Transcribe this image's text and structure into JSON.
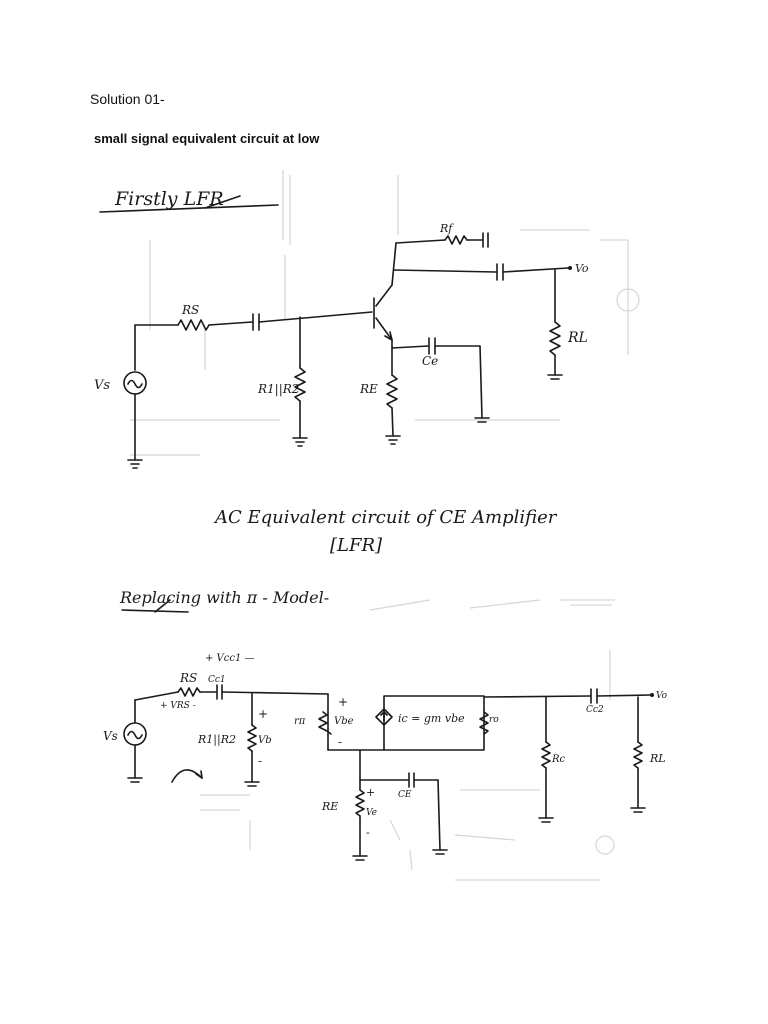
{
  "document": {
    "heading": "Solution 01-",
    "subtitle": "small signal equivalent circuit at low"
  },
  "diagram1": {
    "title_note": "Firstly LFR",
    "labels": {
      "rs": "RS",
      "rf": "Rf",
      "vo": "Vo",
      "rl": "RL",
      "ce": "Ce",
      "vs": "Vs",
      "r1r2": "R1||R2",
      "re": "RE"
    },
    "caption_line1": "AC Equivalent circuit of CE Amplifier",
    "caption_line2": "[LFR]"
  },
  "diagram2": {
    "title_note": "Replacing with π - Model-",
    "labels": {
      "vcc1": "+ Vcc1 —",
      "rs": "RS",
      "cc1": "Cc1",
      "vrs": "+ VRS -",
      "vs": "Vs",
      "r1r2": "R1||R2",
      "vb_plus": "+",
      "vb": "Vb",
      "vb_minus": "-",
      "rpi": "rπ",
      "vbe_plus": "+",
      "vbe": "Vbe",
      "vbe_minus": "-",
      "source": "ic = gm vbe",
      "ro": "ro",
      "cc2": "Cc2",
      "vo": "Vo",
      "rc": "Rc",
      "rl": "RL",
      "re": "RE",
      "ve_plus": "+",
      "ve": "Ve",
      "ve_minus": "-",
      "ce": "CE"
    }
  }
}
